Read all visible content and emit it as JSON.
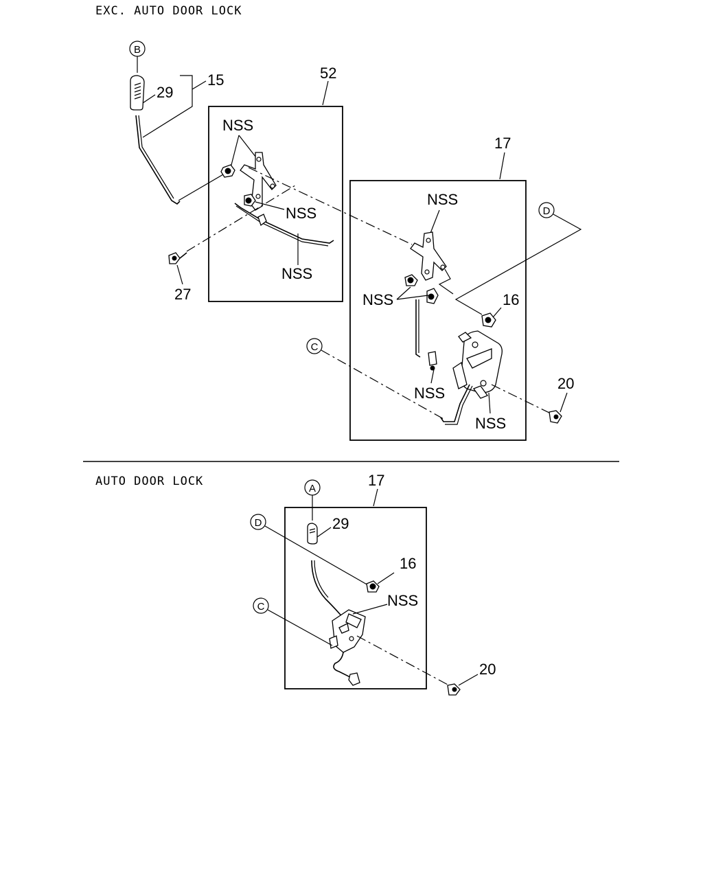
{
  "sections": {
    "exc_auto": {
      "title": "EXC. AUTO DOOR LOCK"
    },
    "auto": {
      "title": "AUTO DOOR LOCK"
    }
  },
  "callouts": {
    "top": {
      "ref_b": "B",
      "p29": "29",
      "p15": "15",
      "p52": "52",
      "nss_a": "NSS",
      "nss_b": "NSS",
      "nss_c": "NSS",
      "p27": "27",
      "p17": "17",
      "nss_d": "NSS",
      "ref_d": "D",
      "nss_e": "NSS",
      "p16": "16",
      "ref_c": "C",
      "nss_f": "NSS",
      "nss_g": "NSS",
      "p20": "20"
    },
    "bottom": {
      "ref_a": "A",
      "p17": "17",
      "p29": "29",
      "ref_d": "D",
      "p16": "16",
      "nss": "NSS",
      "ref_c": "C",
      "p20": "20"
    }
  }
}
